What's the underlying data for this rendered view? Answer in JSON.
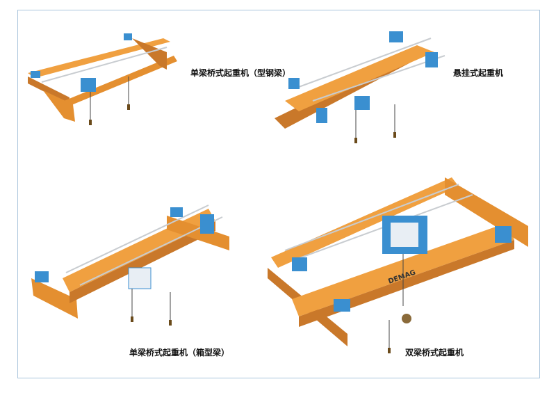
{
  "labels": {
    "single_girder_rolled": "单梁桥式起重机（型钢梁）",
    "suspension": "悬挂式起重机",
    "single_girder_box": "单梁桥式起重机（箱型梁）",
    "double_girder": "双梁桥式起重机"
  },
  "brand": "DEMAG",
  "colors": {
    "girder": "#f0a040",
    "girder_dark": "#c9782a",
    "hoist": "#3a8fd0",
    "rail": "#c8ccd0",
    "frame": "#a9c4dc"
  }
}
